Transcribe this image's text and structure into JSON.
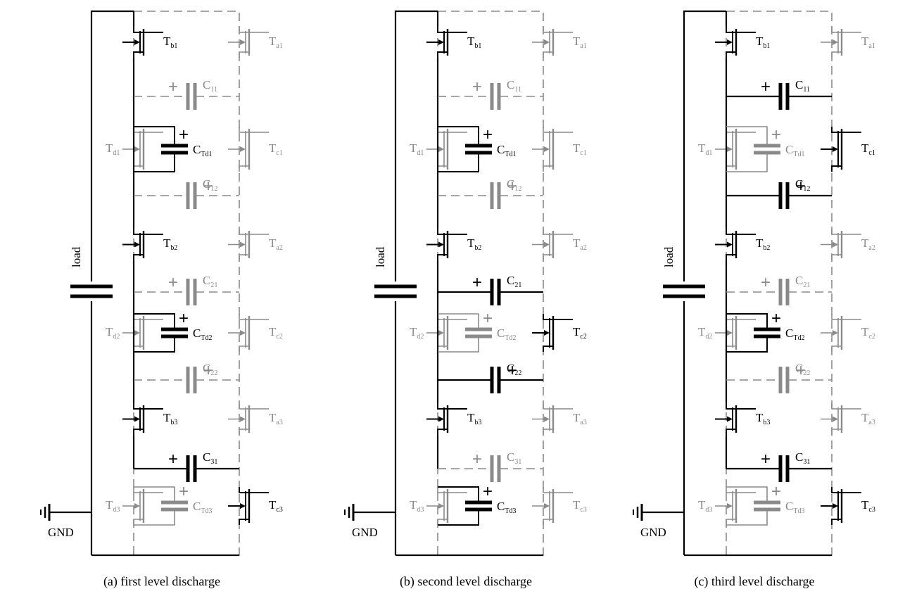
{
  "panels": [
    {
      "caption": "(a)  first level discharge",
      "load_label": "load",
      "gnd_label": "GND",
      "active": {
        "Tb1": true,
        "Tb2": true,
        "Tb3": true,
        "Tc1": false,
        "Tc2": false,
        "Tc3": true,
        "Ta1": false,
        "Ta2": false,
        "Ta3": false,
        "Td1": false,
        "Td2": false,
        "Td3": false,
        "C11": false,
        "C12": false,
        "C21": false,
        "C22": false,
        "C31": true,
        "CTd1": true,
        "CTd2": true,
        "CTd3": false,
        "D1": true,
        "D2": true,
        "D3": false
      }
    },
    {
      "caption": "(b) second level discharge",
      "load_label": "load",
      "gnd_label": "GND",
      "active": {
        "Tb1": true,
        "Tb2": true,
        "Tb3": true,
        "Tc1": false,
        "Tc2": true,
        "Tc3": false,
        "Ta1": false,
        "Ta2": false,
        "Ta3": false,
        "Td1": false,
        "Td2": false,
        "Td3": false,
        "C11": false,
        "C12": false,
        "C21": true,
        "C22": true,
        "C31": false,
        "CTd1": true,
        "CTd2": false,
        "CTd3": true,
        "D1": true,
        "D2": false,
        "D3": true
      }
    },
    {
      "caption": "(c)  third level discharge",
      "load_label": "load",
      "gnd_label": "GND",
      "active": {
        "Tb1": true,
        "Tb2": true,
        "Tb3": true,
        "Tc1": true,
        "Tc2": false,
        "Tc3": true,
        "Ta1": false,
        "Ta2": false,
        "Ta3": false,
        "Td1": false,
        "Td2": false,
        "Td3": false,
        "C11": true,
        "C12": true,
        "C21": false,
        "C22": false,
        "C31": true,
        "CTd1": false,
        "CTd2": true,
        "CTd3": false,
        "D1": false,
        "D2": true,
        "D3": false
      }
    }
  ],
  "labels": {
    "Tb1": [
      "T",
      "b1"
    ],
    "Tb2": [
      "T",
      "b2"
    ],
    "Tb3": [
      "T",
      "b3"
    ],
    "Ta1": [
      "T",
      "a1"
    ],
    "Ta2": [
      "T",
      "a2"
    ],
    "Ta3": [
      "T",
      "a3"
    ],
    "Tc1": [
      "T",
      "c1"
    ],
    "Tc2": [
      "T",
      "c2"
    ],
    "Tc3": [
      "T",
      "c3"
    ],
    "Td1": [
      "T",
      "d1"
    ],
    "Td2": [
      "T",
      "d2"
    ],
    "Td3": [
      "T",
      "d3"
    ],
    "C11": [
      "C",
      "11"
    ],
    "C12": [
      "C",
      "12"
    ],
    "C21": [
      "C",
      "21"
    ],
    "C22": [
      "C",
      "22"
    ],
    "C31": [
      "C",
      "31"
    ],
    "CTd1": [
      "C",
      "Td1"
    ],
    "CTd2": [
      "C",
      "Td2"
    ],
    "CTd3": [
      "C",
      "Td3"
    ]
  },
  "plus_sign": "+",
  "colors": {
    "active": "#000000",
    "inactive": "#8a8a8a"
  }
}
